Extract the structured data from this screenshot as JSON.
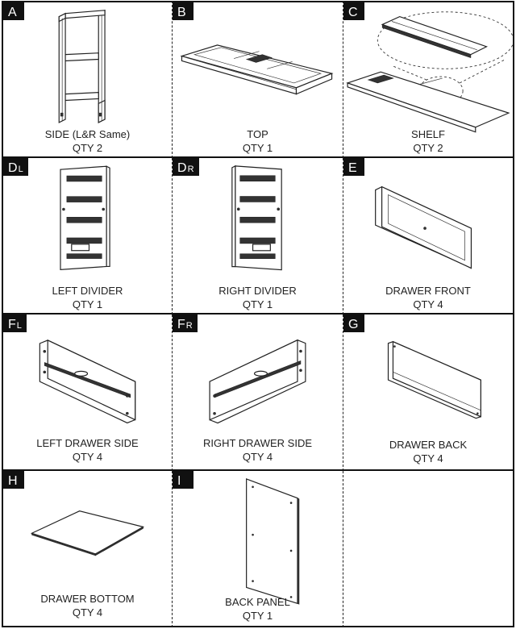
{
  "parts": [
    {
      "letter": "A",
      "sub": "",
      "name": "SIDE (L&R Same)",
      "qty": "QTY 2"
    },
    {
      "letter": "B",
      "sub": "",
      "name": "TOP",
      "qty": "QTY 1"
    },
    {
      "letter": "C",
      "sub": "",
      "name": "SHELF",
      "qty": "QTY 2"
    },
    {
      "letter": "D",
      "sub": "L",
      "name": "LEFT DIVIDER",
      "qty": "QTY 1"
    },
    {
      "letter": "D",
      "sub": "R",
      "name": "RIGHT DIVIDER",
      "qty": "QTY 1"
    },
    {
      "letter": "E",
      "sub": "",
      "name": "DRAWER FRONT",
      "qty": "QTY 4"
    },
    {
      "letter": "F",
      "sub": "L",
      "name": "LEFT DRAWER SIDE",
      "qty": "QTY 4"
    },
    {
      "letter": "F",
      "sub": "R",
      "name": "RIGHT DRAWER SIDE",
      "qty": "QTY 4"
    },
    {
      "letter": "G",
      "sub": "",
      "name": "DRAWER BACK",
      "qty": "QTY 4"
    },
    {
      "letter": "H",
      "sub": "",
      "name": "DRAWER BOTTOM",
      "qty": "QTY 4"
    },
    {
      "letter": "I",
      "sub": "",
      "name": "BACK PANEL",
      "qty": "QTY 1"
    }
  ]
}
